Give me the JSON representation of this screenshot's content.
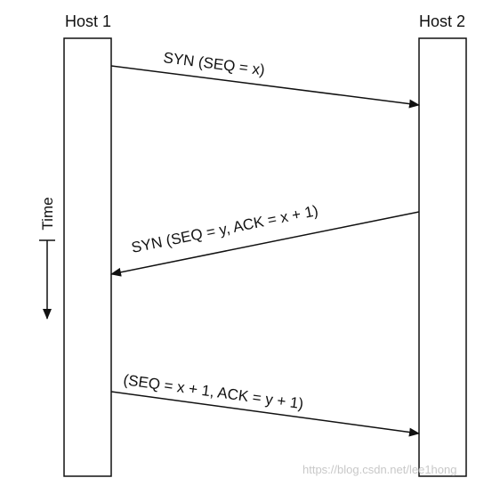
{
  "hosts": {
    "left": "Host 1",
    "right": "Host 2"
  },
  "time_label": "Time",
  "messages": [
    {
      "label": "SYN (SEQ = x)",
      "direction": "host1-to-host2"
    },
    {
      "label": "SYN (SEQ = y, ACK = x + 1)",
      "direction": "host2-to-host1"
    },
    {
      "label": "(SEQ = x + 1, ACK = y + 1)",
      "direction": "host1-to-host2"
    }
  ],
  "watermark": "https://blog.csdn.net/lee1hong",
  "colors": {
    "line": "#111111",
    "background": "#ffffff"
  }
}
